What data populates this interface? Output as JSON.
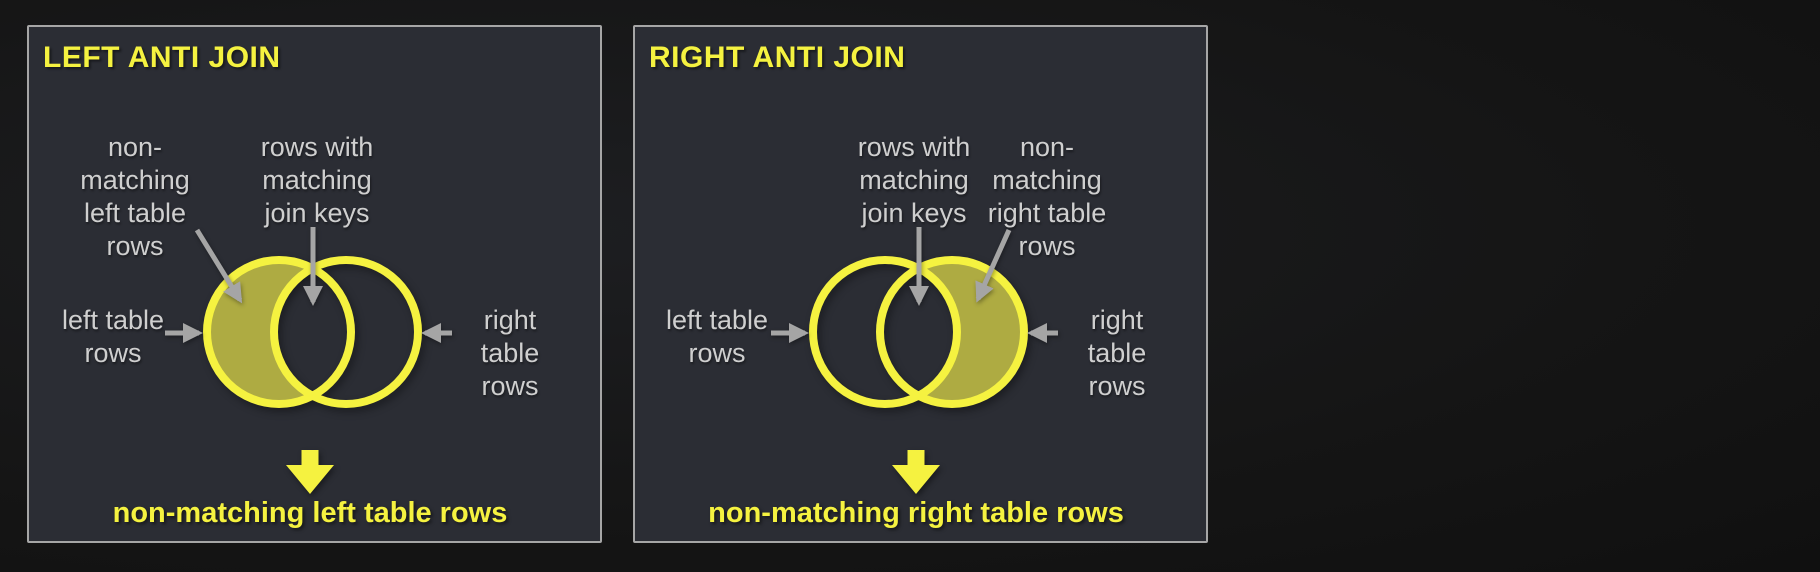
{
  "colors": {
    "page_bg": "#161616",
    "panel_bg": "#2b2d34",
    "panel_border": "#a6a6a6",
    "yellow": "#f5f240",
    "crescent_fill": "#aeab42",
    "arrow_gray": "#a5a5a5",
    "label_text": "#cfcfcf"
  },
  "panels": [
    {
      "title": "LEFT ANTI JOIN",
      "highlighted_region": "left-crescent",
      "labels": {
        "non_matching": "non-\nmatching\nleft table\nrows",
        "matching": "rows with\nmatching\njoin keys",
        "left_circle": "left table\nrows",
        "right_circle": "right table\nrows"
      },
      "result_text": "non-matching left table rows"
    },
    {
      "title": "RIGHT ANTI JOIN",
      "highlighted_region": "right-crescent",
      "labels": {
        "matching": "rows with\nmatching\njoin keys",
        "non_matching": "non-\nmatching\nright table\nrows",
        "left_circle": "left table\nrows",
        "right_circle": "right table\nrows"
      },
      "result_text": "non-matching right table rows"
    }
  ]
}
